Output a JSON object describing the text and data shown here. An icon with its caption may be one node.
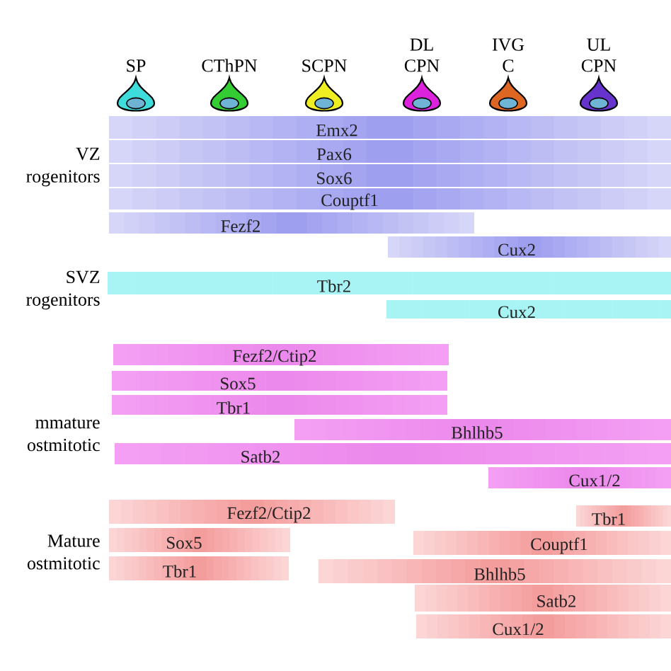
{
  "diagram": {
    "nodes": [
      {
        "text": [
          "SP"
        ]
      },
      {
        "text": [
          "CThPN"
        ]
      },
      {
        "text": [
          "SCPN"
        ]
      },
      {
        "text": [
          "DL CPN"
        ]
      },
      {
        "text": [
          "IVG C"
        ]
      },
      {
        "text": [
          "UL CPN"
        ]
      },
      {
        "text": [
          "Emx2"
        ]
      },
      {
        "text": [
          "Pax6"
        ]
      },
      {
        "text": [
          "Sox6"
        ]
      },
      {
        "text": [
          "Couptf1"
        ]
      },
      {
        "text": [
          "Fezf2"
        ]
      },
      {
        "text": [
          "Cux2"
        ]
      },
      {
        "text": [
          "Tbr2"
        ]
      },
      {
        "text": [
          "Cux2"
        ]
      },
      {
        "text": [
          "Fezf2/Ctip2"
        ]
      },
      {
        "text": [
          "Sox5"
        ]
      },
      {
        "text": [
          "Tbr1"
        ]
      },
      {
        "text": [
          "Bhlhb5"
        ]
      },
      {
        "text": [
          "Satb2"
        ]
      },
      {
        "text": [
          "Cux1/2"
        ]
      },
      {
        "text": [
          "Fezf2/Ctip2"
        ]
      },
      {
        "text": [
          "Tbr1"
        ]
      },
      {
        "text": [
          "Sox5"
        ]
      },
      {
        "text": [
          "Couptf1"
        ]
      },
      {
        "text": [
          "Tbr1"
        ]
      },
      {
        "text": [
          "Bhlhb5"
        ]
      },
      {
        "text": [
          "Satb2"
        ]
      },
      {
        "text": [
          "Cux1/2"
        ]
      }
    ],
    "labels": [
      "VZ rogenitors",
      "SVZ rogenitors",
      "mmature ostmitotic",
      "Mature ostmitotic"
    ]
  }
}
